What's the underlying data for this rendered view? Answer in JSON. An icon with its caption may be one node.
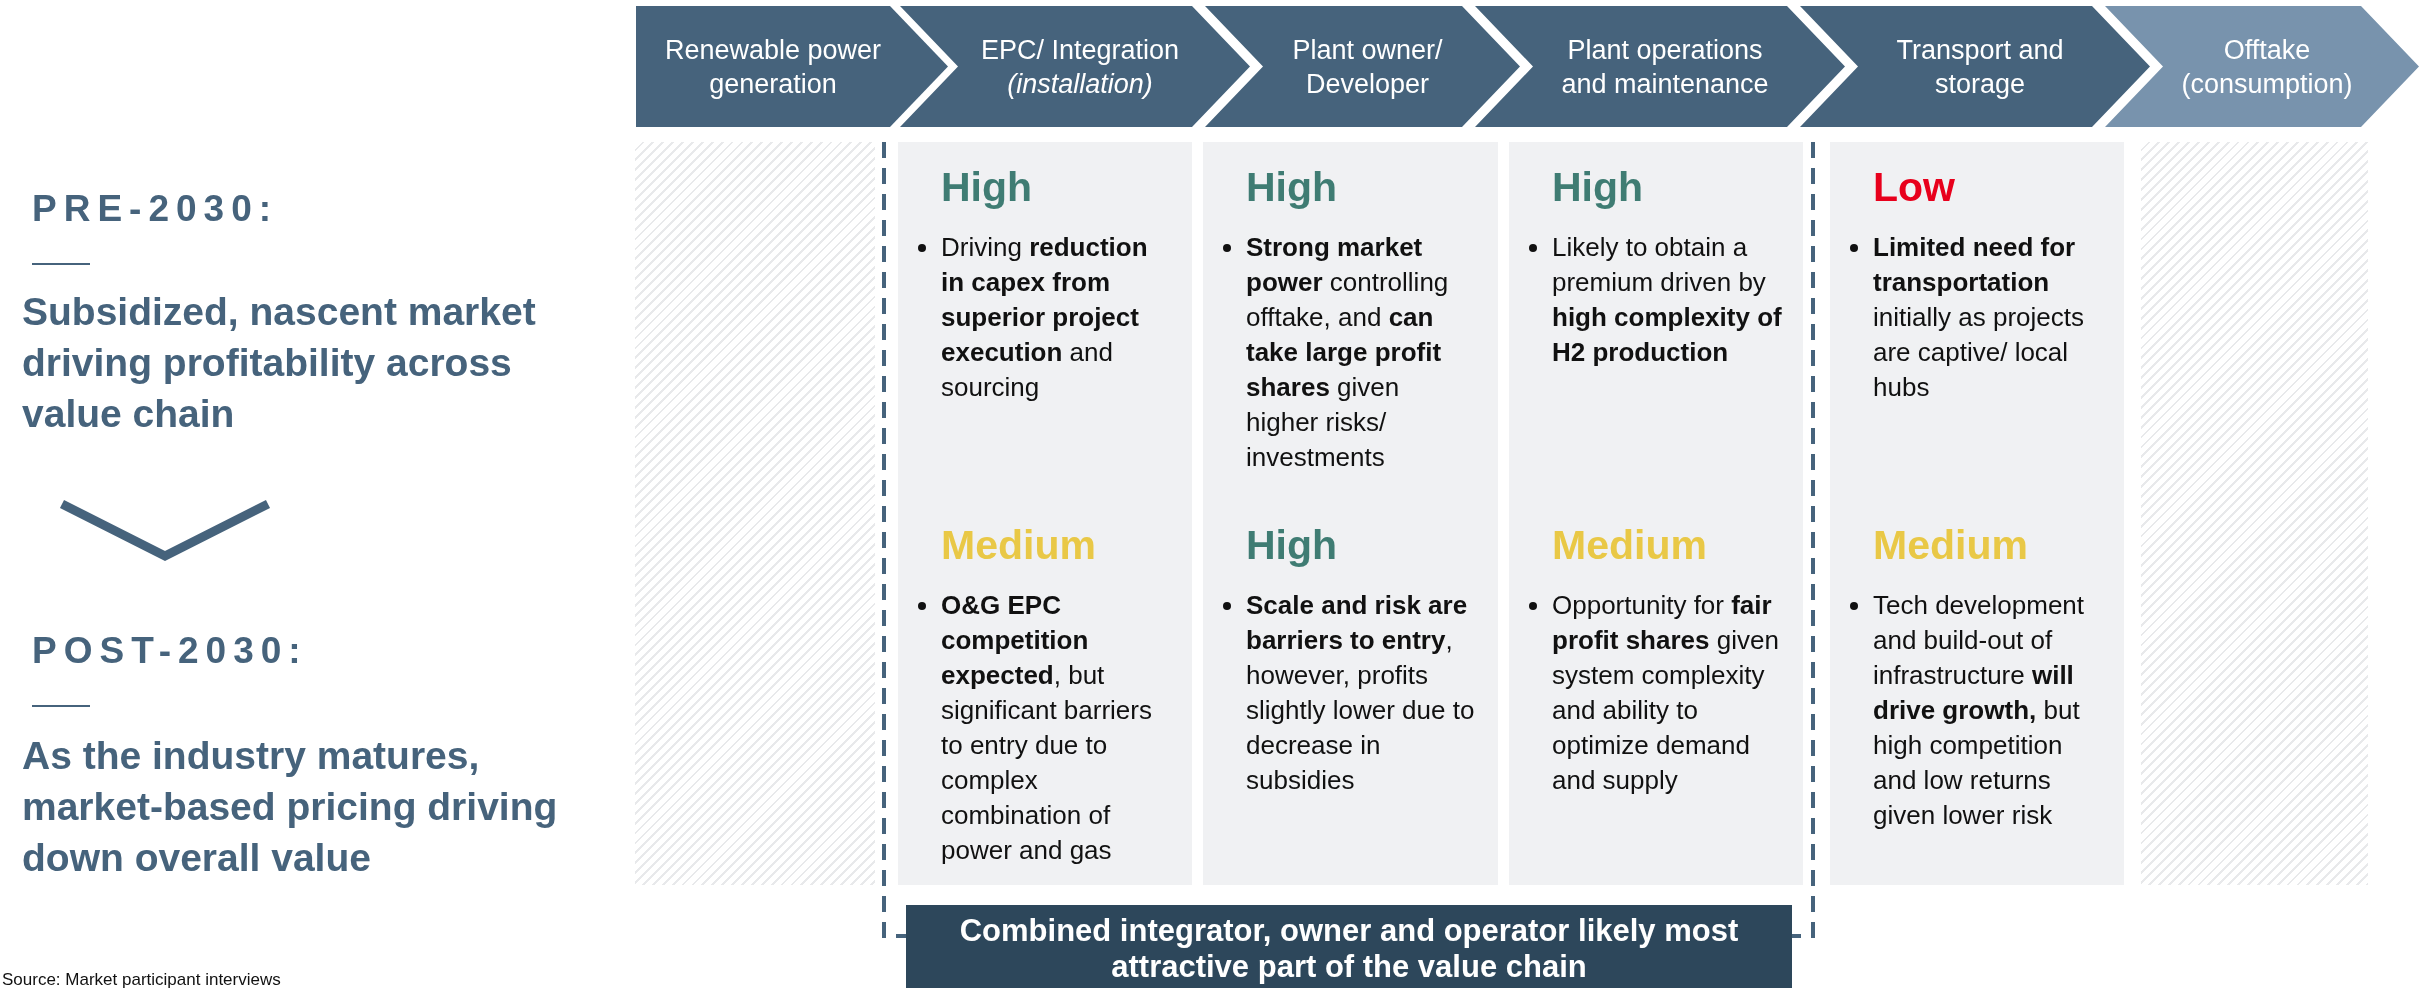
{
  "diagram": {
    "nodes": [
      {
        "text": [
          "Renewable power generation"
        ]
      },
      {
        "text": [
          "EPC/ Integration *(installation)*"
        ]
      },
      {
        "text": [
          "Plant owner/ Developer"
        ]
      },
      {
        "text": [
          "Plant operations and maintenance"
        ]
      },
      {
        "text": [
          "Transport and storage"
        ]
      },
      {
        "text": [
          "Offtake (consumption)"
        ]
      },
      {
        "text": [],
        "shape": "box"
      },
      {
        "text": [
          "High",
          "Driving **reduction in capex from superior project execution** and sourcing",
          "Medium",
          "**O&G EPC competition expected**, but significant barriers to entry due to complex combination of power and gas"
        ]
      },
      {
        "text": [
          "High",
          "**Strong market power** controlling offtake, and **can take large profit shares** given higher risks/ investments",
          "High",
          "**Scale and risk are barriers to entry**, however, profits slightly lower due to decrease in subsidies"
        ]
      },
      {
        "text": [
          "High",
          "Likely to obtain a premium driven by **high complexity of H2 production**",
          "Medium",
          "Opportunity for **fair profit shares** given system complexity and ability to optimize demand and supply"
        ]
      },
      {
        "text": [
          "Low",
          "**Limited need for transportation** initially as projects are captive/ local hubs",
          "Medium",
          "Tech development and build-out of infrastructure **will drive growth,** but high competition and low returns given lower risk"
        ]
      },
      {
        "text": [],
        "shape": "box"
      },
      {
        "text": [
          "Combined integrator, owner and operator likely most attractive part of the value chain"
        ]
      }
    ],
    "edges": [],
    "labels": [
      "PRE-2030:",
      "Subsidized, nascent market driving profitability across value chain",
      "POST-2030:",
      "As the industry matures, market-based pricing driving down overall value",
      "Source: Market participant interviews"
    ]
  }
}
